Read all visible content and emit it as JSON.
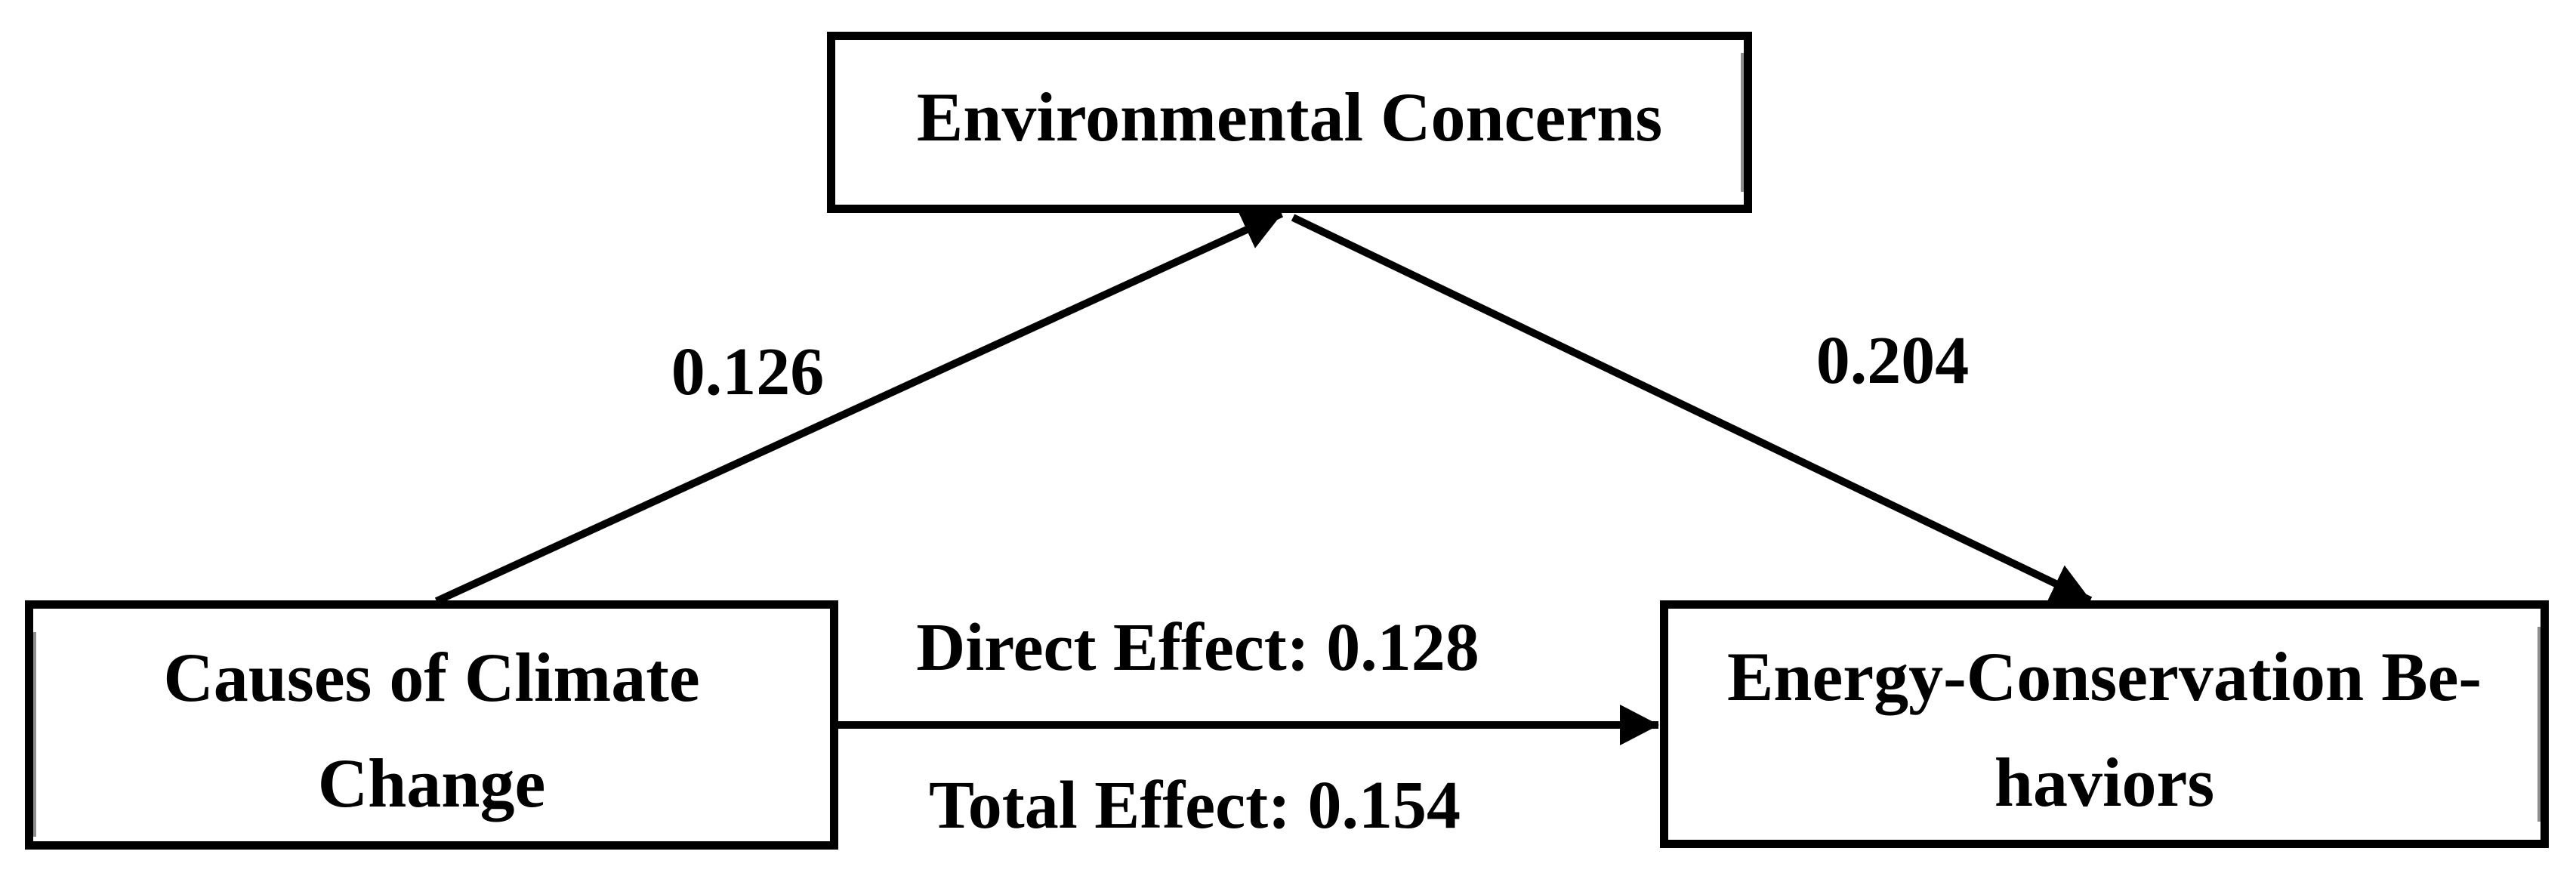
{
  "figure": {
    "nodes": {
      "mediator": {
        "lines": [
          "Environmental Concerns"
        ]
      },
      "predictor": {
        "lines": [
          "Causes of Climate",
          "Change"
        ]
      },
      "outcome": {
        "lines": [
          "Energy-Conservation Be-",
          "haviors"
        ]
      }
    },
    "edges": {
      "predictor_to_mediator": {
        "label": "0.126"
      },
      "mediator_to_outcome": {
        "label": "0.204"
      },
      "direct_effect": {
        "label": "Direct Effect: 0.128"
      },
      "total_effect": {
        "label": "Total Effect: 0.154"
      }
    },
    "colors": {
      "background": "#ffffff",
      "box_fill": "#ffffff",
      "box_border": "#000000",
      "line": "#000000",
      "text": "#000000"
    }
  }
}
